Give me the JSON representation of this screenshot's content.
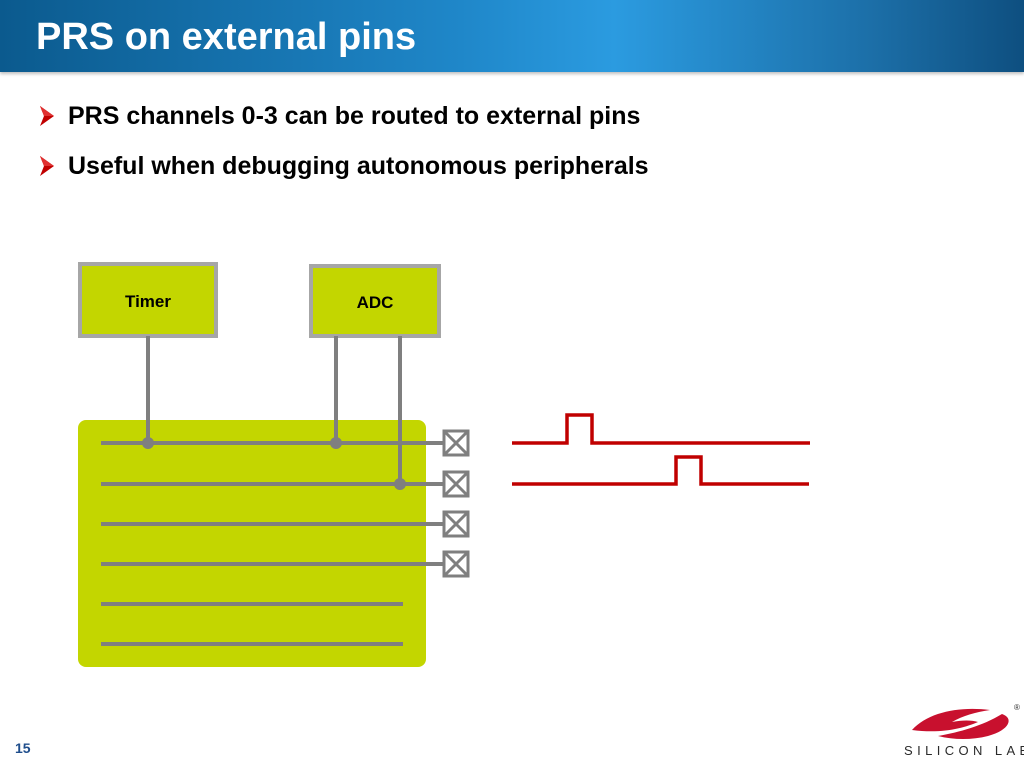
{
  "title": "PRS on external pins",
  "bullets": [
    "PRS channels 0-3 can be routed to external pins",
    "Useful when debugging autonomous peripherals"
  ],
  "diagram": {
    "blocks": [
      {
        "id": "timer",
        "label": "Timer"
      },
      {
        "id": "adc",
        "label": "ADC"
      }
    ],
    "channel_count": 6,
    "routed_pins": [
      0,
      1,
      2,
      3
    ],
    "connections": [
      {
        "from": "timer",
        "to_channel": 0
      },
      {
        "from": "adc",
        "to_channel": 0
      },
      {
        "from": "adc",
        "to_channel": 1
      }
    ]
  },
  "page_number": "15",
  "logo": {
    "text": "SILICON LABS",
    "registered_mark": "®"
  },
  "colors": {
    "title_bar": "#1f87c9",
    "block_fill": "#c3d600",
    "block_border": "#a6a6a6",
    "wire": "#7f7f7f",
    "waveform": "#c00000",
    "bullet_arrow": "#c00000",
    "logo_red": "#c8102e"
  }
}
